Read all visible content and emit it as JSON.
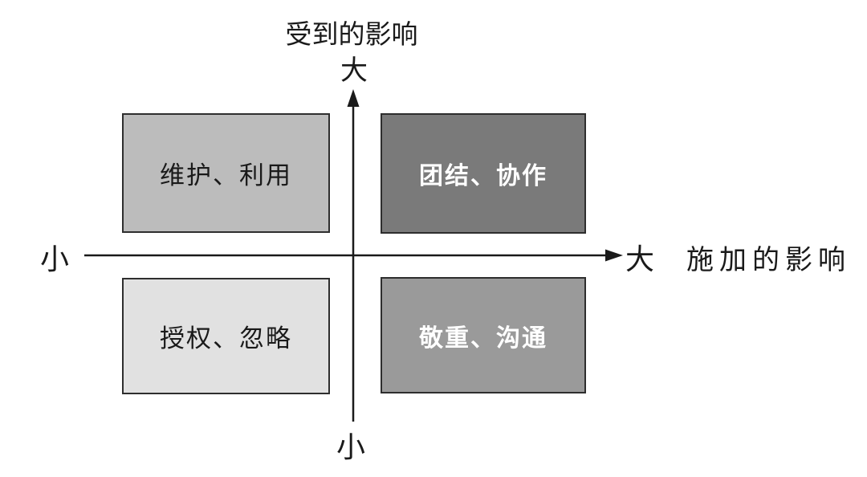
{
  "diagram": {
    "title_context": "influence-quadrant-matrix",
    "y_axis": {
      "title": "受到的影响",
      "max_label": "大",
      "min_label": "小"
    },
    "x_axis": {
      "title": "施加的影响",
      "max_label": "大",
      "min_label": "小"
    },
    "quadrants": [
      {
        "position": "top-left",
        "label": "维护、利用",
        "fill": "#bcbcbc",
        "text_color": "#1a1a1a"
      },
      {
        "position": "top-right",
        "label": "团结、协作",
        "fill": "#7a7a7a",
        "text_color": "#ffffff"
      },
      {
        "position": "bottom-left",
        "label": "授权、忽略",
        "fill": "#e1e1e1",
        "text_color": "#1a1a1a"
      },
      {
        "position": "bottom-right",
        "label": "敬重、沟通",
        "fill": "#9a9a9a",
        "text_color": "#ffffff"
      }
    ],
    "colors": {
      "axis": "#1a1a1a",
      "quadrant_border": "#2e2e2e",
      "background": "#ffffff"
    }
  }
}
